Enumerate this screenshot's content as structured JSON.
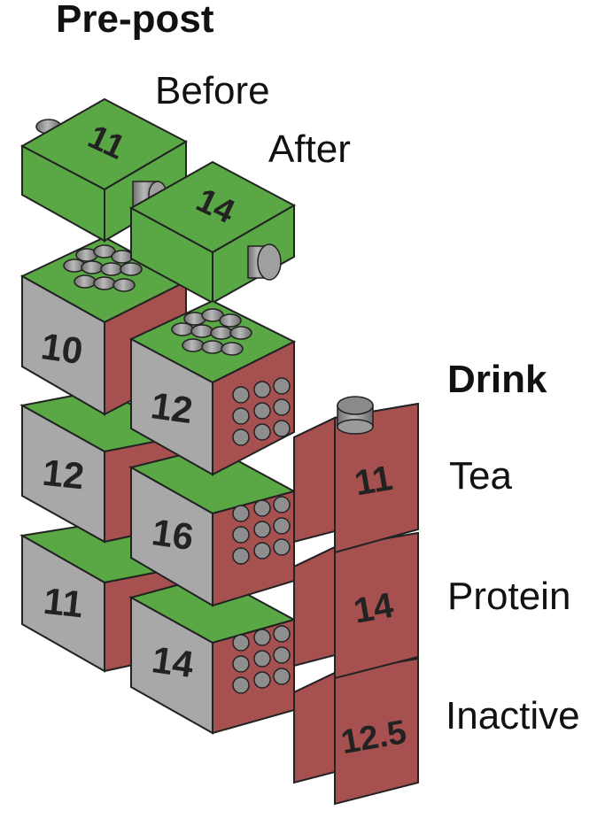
{
  "headers": {
    "factor_a_title": "Pre-post",
    "factor_a_levels": [
      "Before",
      "After"
    ],
    "factor_b_title": "Drink",
    "factor_b_levels": [
      "Tea",
      "Protein",
      "Inactive"
    ]
  },
  "margins": {
    "factor_a": [
      "11",
      "14"
    ],
    "factor_b": [
      "11",
      "14",
      "12.5"
    ]
  },
  "cells": {
    "before": [
      "10",
      "12",
      "11"
    ],
    "after": [
      "12",
      "16",
      "14"
    ]
  },
  "colors": {
    "green": "#5aa845",
    "red": "#a65050",
    "gray": "#a8a8a8",
    "peg": "#8e8e8e"
  }
}
